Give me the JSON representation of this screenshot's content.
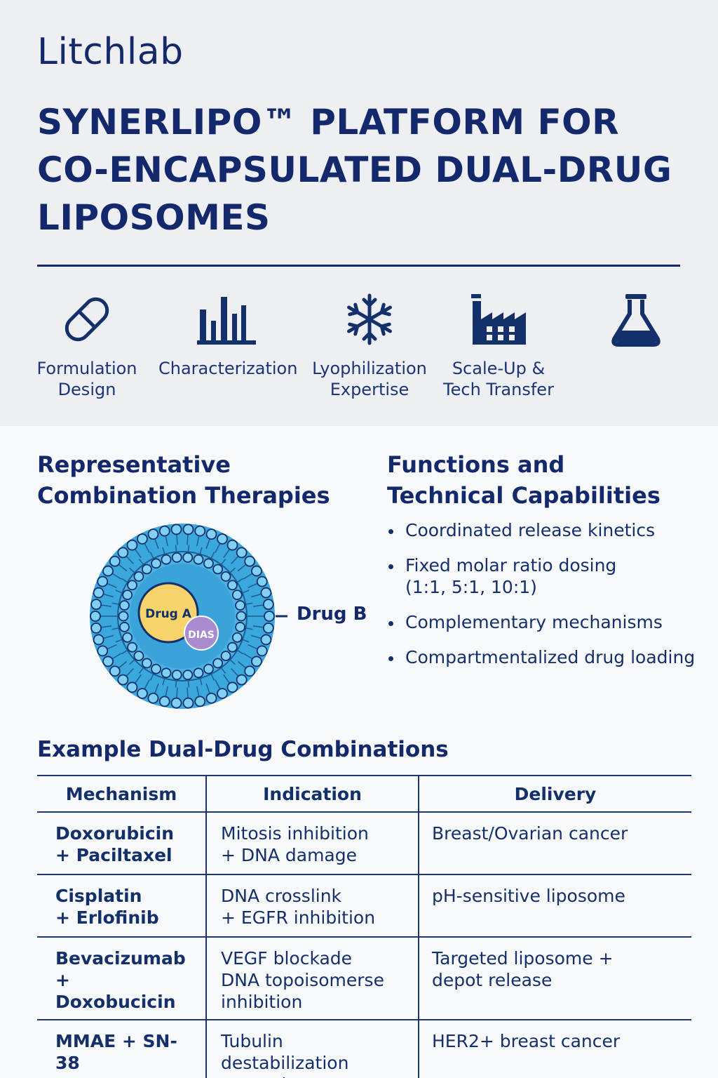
{
  "brand": "Litchlab",
  "title": "SYNERLIPO™ PLATFORM FOR CO-ENCAPSULATED DUAL-DRUG LIPOSOMES",
  "features": [
    {
      "icon": "capsule-icon",
      "label": "Formulation\nDesign"
    },
    {
      "icon": "bar-chart-icon",
      "label": "Characterization"
    },
    {
      "icon": "snowflake-icon",
      "label": "Lyophilization\nExpertise"
    },
    {
      "icon": "factory-icon",
      "label": "Scale-Up &\nTech Transfer"
    },
    {
      "icon": "flask-icon",
      "label": ""
    }
  ],
  "representative": {
    "heading": "Representative\nCombination Therapies",
    "drug_a": "Drug A",
    "inner_label": "DIAS",
    "drug_b": "Drug B"
  },
  "functions": {
    "heading": "Functions and\nTechnical Capabilities",
    "items": [
      "Coordinated release kinetics",
      "Fixed molar ratio dosing\n(1:1, 5:1, 10:1)",
      "Complementary mechanisms",
      "Compartmentalized drug loading"
    ]
  },
  "combinations": {
    "heading": "Example Dual-Drug Combinations",
    "columns": [
      "Mechanism",
      "Indication",
      "Delivery"
    ],
    "rows": [
      {
        "drugs": "Doxorubicin\n+ Paciltaxel",
        "indication": "Mitosis inhibition\n+ DNA damage",
        "delivery": "Breast/Ovarian cancer"
      },
      {
        "drugs": "Cisplatin\n+ Erlofinib",
        "indication": "DNA crosslink\n+ EGFR inhibition",
        "delivery": "pH-sensitive liposome"
      },
      {
        "drugs": "Bevacizumab\n+ Doxobucicin",
        "indication": "VEGF blockade\nDNA topoisomerse\ninhibition",
        "delivery": "Targeted liposome +\ndepot release"
      },
      {
        "drugs": "MMAE + SN-38",
        "indication": "Tubulin destabilization\n+ Topoisomerase I",
        "delivery": "HER2+ breast cancer"
      }
    ]
  },
  "colors": {
    "navy": "#13296b",
    "liposome_blue": "#3aa8dd",
    "drug_a": "#f6d46b",
    "drug_inner": "#a98bd0"
  }
}
